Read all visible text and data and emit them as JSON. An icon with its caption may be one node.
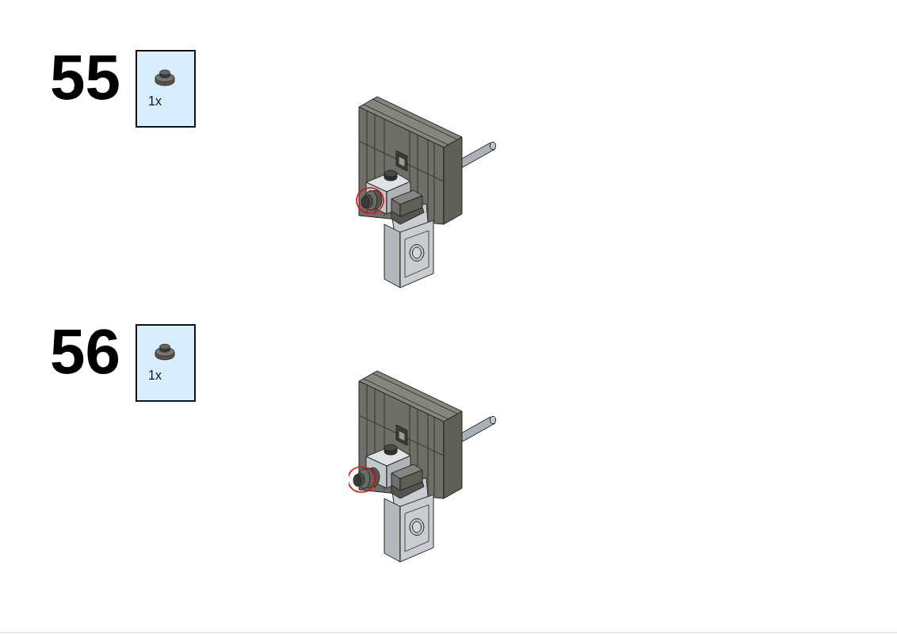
{
  "diagram": {
    "nodes": [
      {
        "text": [
          "1x"
        ]
      },
      {
        "text": [
          "1x"
        ]
      }
    ],
    "labels": [
      "55",
      "56"
    ]
  }
}
